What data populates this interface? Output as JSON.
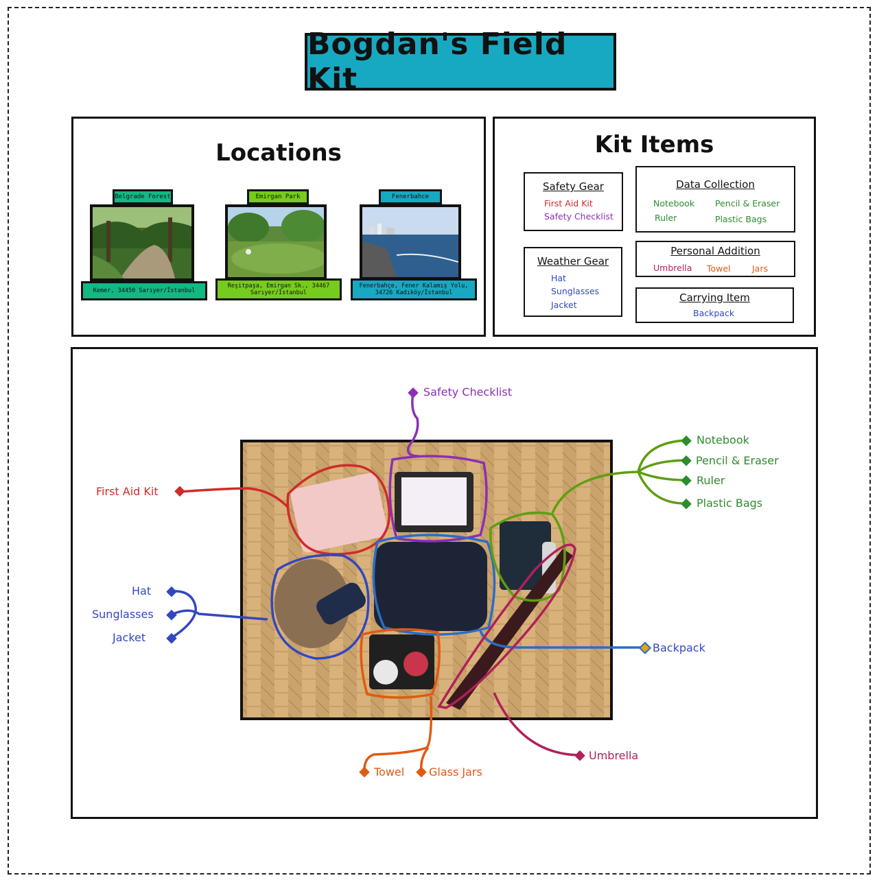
{
  "title": "Bogdan's Field Kit",
  "locations": {
    "heading": "Locations",
    "items": [
      {
        "name": "Belgrade Forest",
        "address": "Kemer, 34450 Sarıyer/İstanbul",
        "color": "#13b884"
      },
      {
        "name": "Emirgan Park",
        "address": "Reşitpaşa, Emirgan Sk., 34467 Sarıyer/İstanbul",
        "color": "#76cc1c"
      },
      {
        "name": "Fenerbahce",
        "address": "Fenerbahçe, Fener Kalamış Yolu, 34726 Kadıköy/İstanbul",
        "color": "#17a9c1"
      }
    ]
  },
  "kit": {
    "heading": "Kit Items",
    "safety": {
      "title": "Safety Gear",
      "items": [
        "First Aid Kit",
        "Safety Checklist"
      ],
      "colors": [
        "#cf2b2b",
        "#8b2fb5"
      ]
    },
    "data_collection": {
      "title": "Data Collection",
      "items": [
        "Notebook",
        "Pencil & Eraser",
        "Ruler",
        "Plastic Bags"
      ],
      "color": "#2e8b2e"
    },
    "weather": {
      "title": "Weather Gear",
      "items": [
        "Hat",
        "Sunglasses",
        "Jacket"
      ],
      "color": "#3346c2"
    },
    "personal": {
      "title": "Personal Addition",
      "items": [
        "Umbrella",
        "Towel",
        "Jars"
      ],
      "colors": [
        "#b0205a",
        "#e05a12",
        "#e05a12"
      ]
    },
    "carrying": {
      "title": "Carrying Item",
      "items": [
        "Backpack"
      ],
      "color": "#3346c2"
    }
  },
  "photo_labels": {
    "safety_checklist": "Safety Checklist",
    "first_aid_kit": "First Aid Kit",
    "notebook": "Notebook",
    "pencil_eraser": "Pencil & Eraser",
    "ruler": "Ruler",
    "plastic_bags": "Plastic Bags",
    "hat": "Hat",
    "sunglasses": "Sunglasses",
    "jacket": "Jacket",
    "backpack": "Backpack",
    "umbrella": "Umbrella",
    "towel": "Towel",
    "glass_jars": "Glass Jars"
  },
  "colors": {
    "red": "#cf2b2b",
    "purple": "#8b2fb5",
    "green": "#5e9e12",
    "green_text": "#2e8b2e",
    "blue": "#3346c2",
    "orange": "#e05a12",
    "magenta": "#b0205a",
    "title_bg": "#17a9c1"
  }
}
